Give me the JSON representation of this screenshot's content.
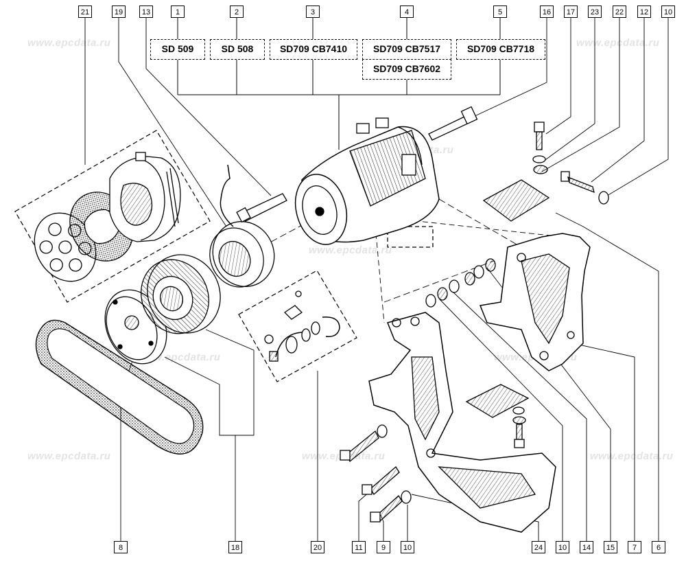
{
  "watermark": "www.epcdata.ru",
  "callouts": {
    "c21": "21",
    "c19": "19",
    "c13": "13",
    "c1": "1",
    "c2": "2",
    "c3": "3",
    "c4": "4",
    "c5": "5",
    "c16": "16",
    "c17": "17",
    "c23": "23",
    "c22": "22",
    "c12": "12",
    "c10top": "10",
    "c8": "8",
    "c18": "18",
    "c20": "20",
    "c11": "11",
    "c9": "9",
    "c10bot": "10",
    "c24": "24",
    "c10r": "10",
    "c14": "14",
    "c15": "15",
    "c7": "7",
    "c6": "6"
  },
  "references": {
    "r1": "SD 509",
    "r2": "SD 508",
    "r3": "SD709 CB7410",
    "r4a": "SD709 CB7517",
    "r4b": "SD709 CB7602",
    "r5": "SD709 CB7718"
  }
}
